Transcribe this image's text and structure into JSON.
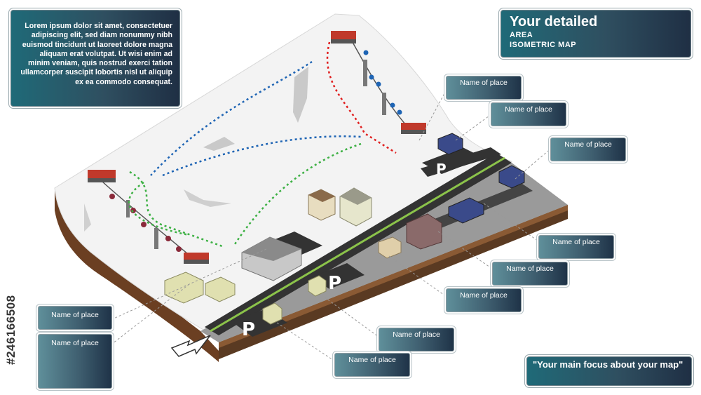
{
  "intro_text": "Lorem ipsum dolor sit amet, consectetuer adipiscing elit, sed diam nonummy nibh euismod tincidunt ut laoreet dolore magna aliquam erat volutpat. Ut wisi enim ad minim veniam, quis nostrud exerci tation ullamcorper suscipit lobortis nisl ut aliquip ex ea commodo consequat.",
  "title": {
    "line1": "Your detailed",
    "line2": "AREA",
    "line3": "ISOMETRIC MAP"
  },
  "focus_text": "\"Your main focus about your map\"",
  "place_label": "Name of place",
  "stock_id": "#246166508",
  "colors": {
    "panel_dark": "#1f2f44",
    "panel_teal": "#1f6a78",
    "snow": "#f4f4f4",
    "soil": "#6b3f22",
    "asphalt": "#3a3a3a",
    "centerline": "#8bc34a",
    "blue_route": "#1e64b4",
    "red_route": "#e02020",
    "green_route": "#3cb043"
  },
  "icons": [
    "ski-lift-station-icon",
    "parking-icon",
    "building-icon",
    "exit-arrow-icon"
  ]
}
